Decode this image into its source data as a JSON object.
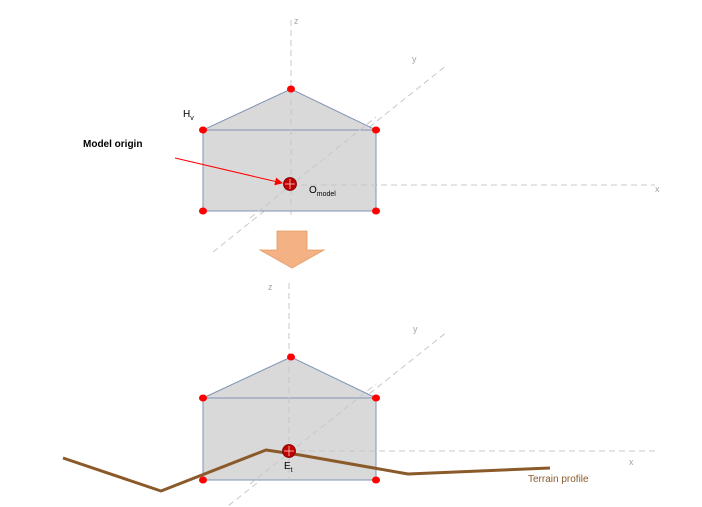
{
  "top_view": {
    "axis_z": "z",
    "axis_y": "y",
    "axis_x": "x",
    "vertex_label_main": "H",
    "vertex_label_sub": "v",
    "origin_callout": "Model origin",
    "origin_label_main": "O",
    "origin_label_sub": "model"
  },
  "transition": {
    "arrow_color": "#f4b183"
  },
  "bottom_view": {
    "axis_z": "z",
    "axis_y": "y",
    "axis_x": "x",
    "origin_label_main": "E",
    "origin_label_sub": "t",
    "terrain_label": "Terrain profile"
  },
  "colors": {
    "house_fill": "#d9d9d9",
    "house_stroke": "#7f93b3",
    "vertex": "#ff0000",
    "terrain": "#8b5a2b",
    "callout_arrow": "#ff0000",
    "axis": "#c8c8c8"
  }
}
